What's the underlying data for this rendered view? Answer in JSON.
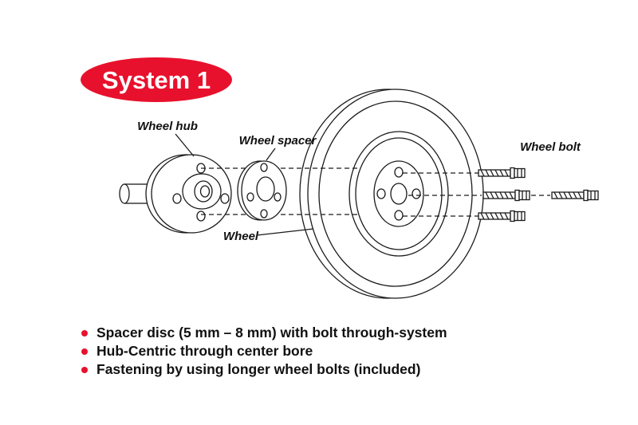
{
  "badge": {
    "label": "System 1"
  },
  "diagram": {
    "labels": {
      "wheel_hub": "Wheel hub",
      "wheel_spacer": "Wheel spacer",
      "wheel": "Wheel",
      "wheel_bolt": "Wheel bolt"
    }
  },
  "bullets": [
    {
      "text": "Spacer disc (5 mm – 8 mm) with bolt through-system"
    },
    {
      "text": "Hub-Centric through center bore"
    },
    {
      "text": "Fastening by using longer wheel bolts (included)"
    }
  ],
  "colors": {
    "accent_red": "#e8112d",
    "line": "#1a1a1a",
    "background": "#ffffff"
  }
}
